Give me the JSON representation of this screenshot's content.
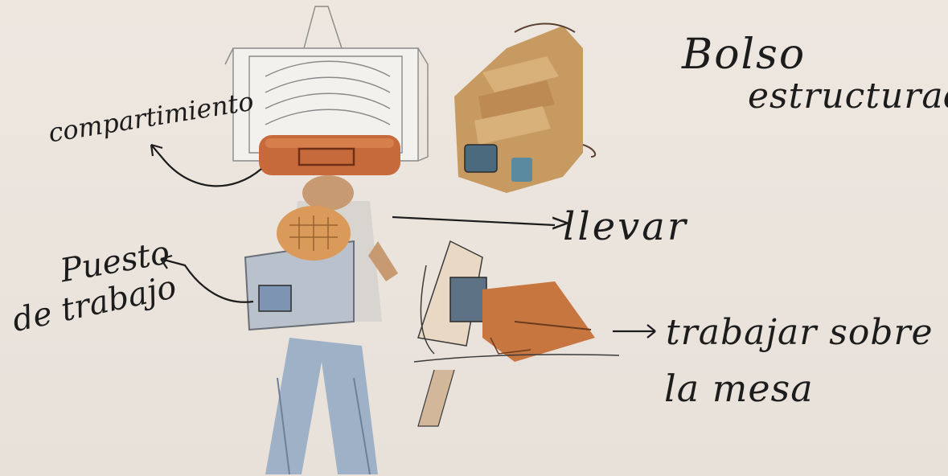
{
  "annotations": {
    "title": [
      "Bolso",
      "estructurado"
    ],
    "compartment": "compartimiento",
    "carry": "llevar",
    "workstation": [
      "Puesto",
      "de trabajo"
    ],
    "work_on_table": [
      "trabajar sobre",
      "la mesa"
    ]
  }
}
